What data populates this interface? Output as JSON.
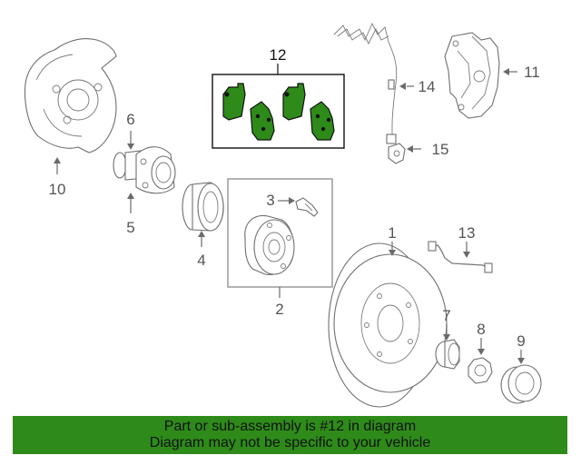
{
  "diagram": {
    "callouts": {
      "c1": "1",
      "c2": "2",
      "c3": "3",
      "c4": "4",
      "c5": "5",
      "c6": "6",
      "c7": "7",
      "c8": "8",
      "c9": "9",
      "c10": "10",
      "c11": "11",
      "c12": "12",
      "c13": "13",
      "c14": "14",
      "c15": "15"
    },
    "highlight_color": "#2e8b1a"
  },
  "banner": {
    "line1": "Part or sub-assembly is #12 in diagram",
    "line2": "Diagram may not be specific to your vehicle",
    "background": "#2e8b1a"
  }
}
